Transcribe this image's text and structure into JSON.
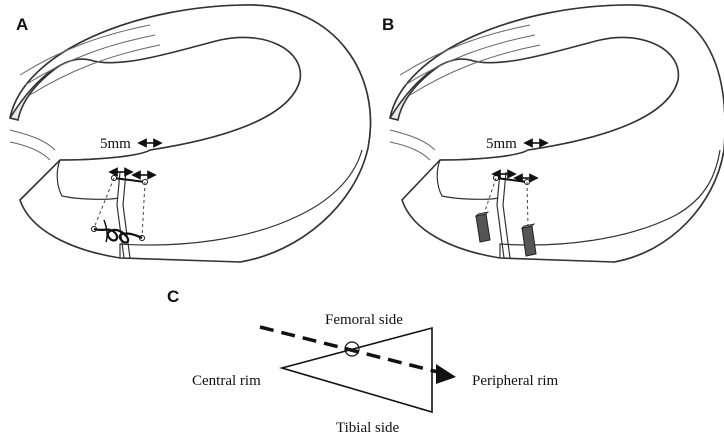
{
  "panels": {
    "a": {
      "letter": "A",
      "gap_label": "5mm",
      "repair": "suture"
    },
    "b": {
      "letter": "B",
      "gap_label": "5mm",
      "repair": "anchor-devices"
    },
    "c": {
      "letter": "C",
      "femoral_label": "Femoral side",
      "tibial_label": "Tibial side",
      "central_label": "Central rim",
      "peripheral_label": "Peripheral rim"
    }
  },
  "colors": {
    "outline": "#333333",
    "surface": "#ffffff",
    "shade": "#e9e9e9",
    "device": "#555555"
  },
  "icons": [
    "double-arrow-icon"
  ]
}
